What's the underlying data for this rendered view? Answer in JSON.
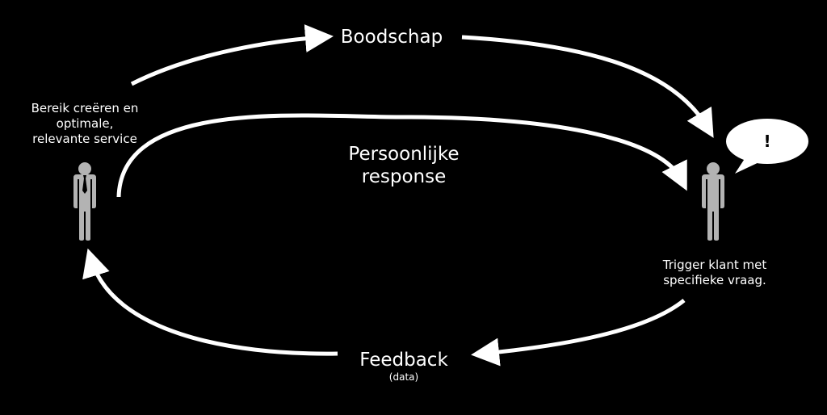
{
  "labels": {
    "message": "Boodschap",
    "response": "Persoonlijke\nresponse",
    "feedback": "Feedback",
    "feedback_sub": "(data)",
    "left_caption": "Bereik creëren en\noptimale,\nrelevante service",
    "right_caption": "Trigger klant met\nspecifieke vraag."
  },
  "speech_bubble": {
    "text": "!"
  },
  "colors": {
    "background": "#000000",
    "arrow": "#ffffff",
    "person": "#b3b3b3",
    "tie": "#000000",
    "bubble": "#ffffff"
  },
  "icons": {
    "left_person": "businessman-icon",
    "right_person": "customer-icon",
    "bubble": "speech-bubble-icon"
  }
}
